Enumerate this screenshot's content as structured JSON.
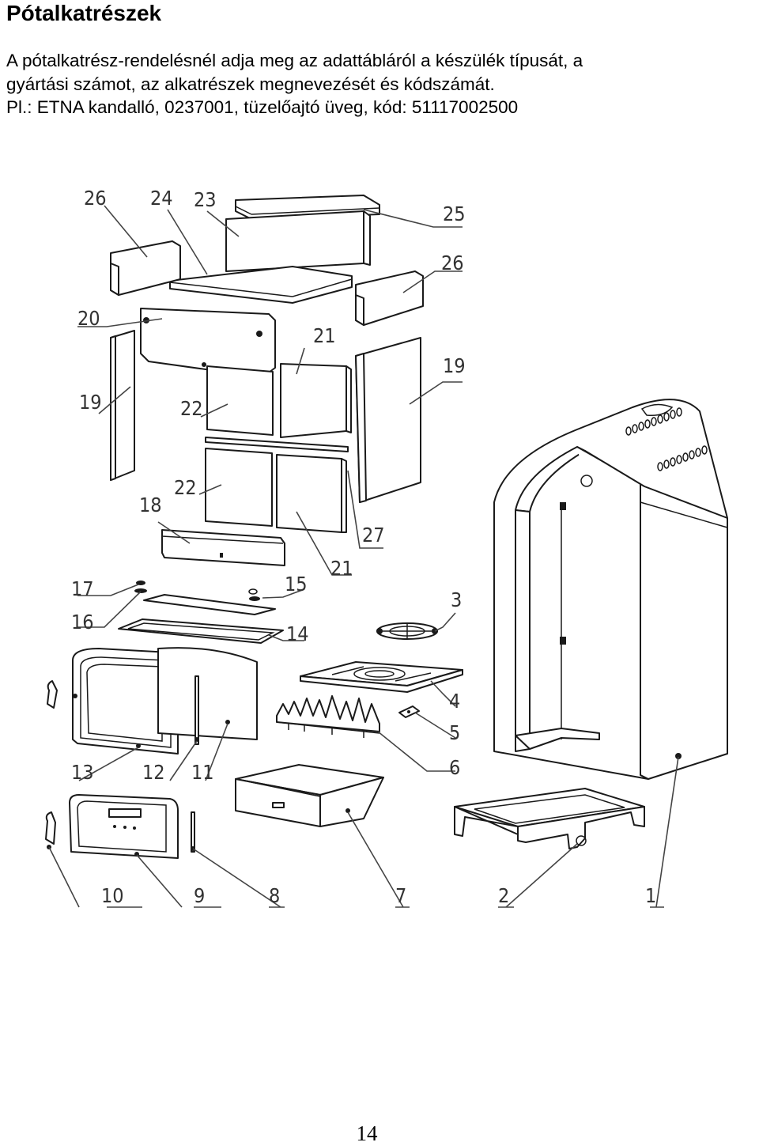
{
  "heading": "Pótalkatrészek",
  "intro": {
    "line1": "A pótalkatrész-rendelésnél adja meg az adattábláról a készülék típusát, a",
    "line2": "gyártási számot, az alkatrészek megnevezését és kódszámát.",
    "line3": "Pl.: ETNA kandalló, 0237001, tüzelőajtó üveg, kód: 51117002500"
  },
  "diagram": {
    "labels": {
      "p1": "1",
      "p2": "2",
      "p3": "3",
      "p4": "4",
      "p5": "5",
      "p6": "6",
      "p7": "7",
      "p8": "8",
      "p9": "9",
      "p10": "10",
      "p11": "11",
      "p12": "12",
      "p13": "13",
      "p14": "14",
      "p15": "15",
      "p16": "16",
      "p17": "17",
      "p18": "18",
      "p19a": "19",
      "p19b": "19",
      "p20": "20",
      "p21a": "21",
      "p21b": "21",
      "p22a": "22",
      "p22b": "22",
      "p23": "23",
      "p24": "24",
      "p25": "25",
      "p26a": "26",
      "p26b": "26",
      "p27": "27"
    }
  },
  "page_number": "14"
}
